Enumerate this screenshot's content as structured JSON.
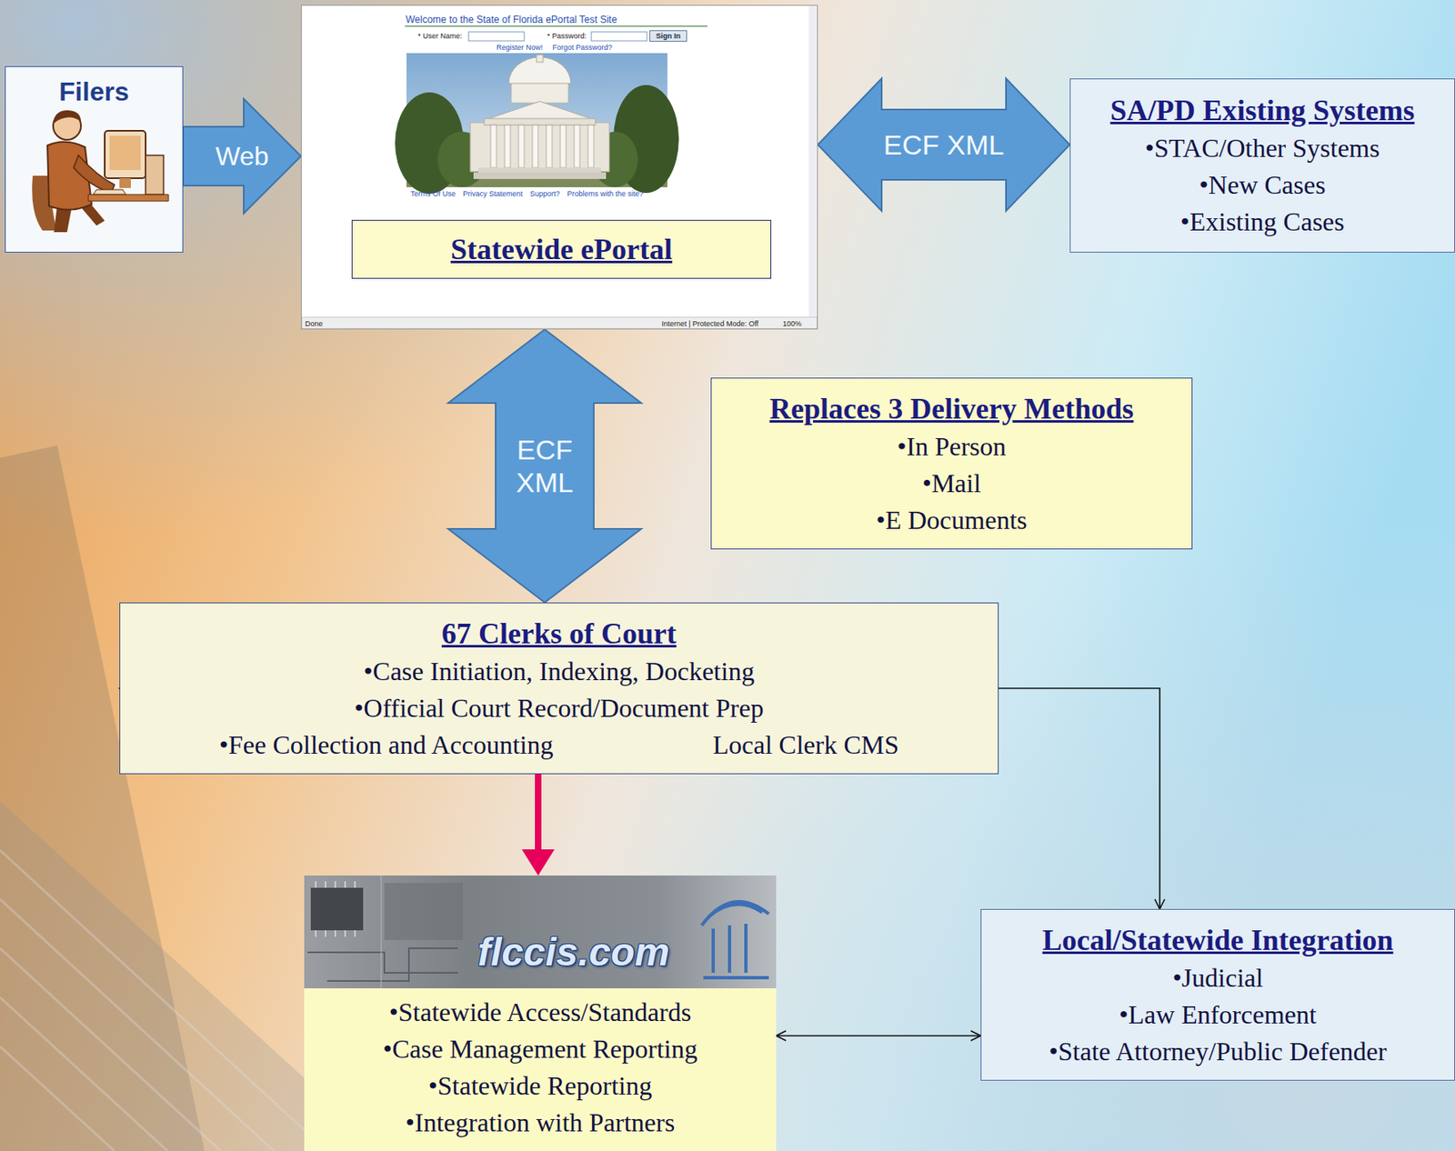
{
  "diagram": {
    "nodes": [
      {
        "text": [
          "Filers"
        ]
      },
      {
        "text": [
          "Welcome to the State of Florida ePortal Test Site",
          "* User Name:",
          "* Password:",
          "Sign In",
          "Register Now!",
          "Forgot Password?",
          "Terms Of Use",
          "Privacy Statement",
          "Support?",
          "Problems with the site?",
          "Done",
          "Internet | Protected Mode: Off",
          "100%"
        ]
      },
      {
        "text": [
          "Statewide ePortal"
        ],
        "in": 1
      },
      {
        "text": [
          "SA/PD Existing Systems",
          "•STAC/Other Systems",
          "•New Cases",
          "•Existing Cases"
        ]
      },
      {
        "text": [
          "Replaces 3 Delivery Methods",
          "•In Person",
          "•Mail",
          "•E Documents"
        ]
      },
      {
        "text": [
          "67 Clerks of Court",
          "•Case Initiation, Indexing, Docketing",
          "•Official Court Record/Document Prep",
          "•Fee Collection and Accounting",
          "Local Clerk CMS"
        ]
      },
      {
        "text": [
          "flccis.com",
          "•Statewide Access/Standards",
          "•Case Management Reporting",
          "•Statewide Reporting",
          "•Integration with Partners"
        ]
      },
      {
        "text": [
          "Local/Statewide Integration",
          "•Judicial",
          "•Law Enforcement",
          "•State Attorney/Public Defender"
        ]
      }
    ],
    "edges": [
      {
        "from": 0,
        "to": 1,
        "label": "Web",
        "arrow": "to"
      },
      {
        "from": 1,
        "to": 3,
        "label": "ECF XML",
        "arrow": "both"
      },
      {
        "from": 1,
        "to": 5,
        "label": "ECF XML",
        "arrow": "both"
      },
      {
        "from": 5,
        "to": 6,
        "arrow": "to"
      },
      {
        "from": 5,
        "to": 7,
        "arrow": "both"
      },
      {
        "from": 6,
        "to": 7,
        "arrow": "both"
      }
    ]
  }
}
